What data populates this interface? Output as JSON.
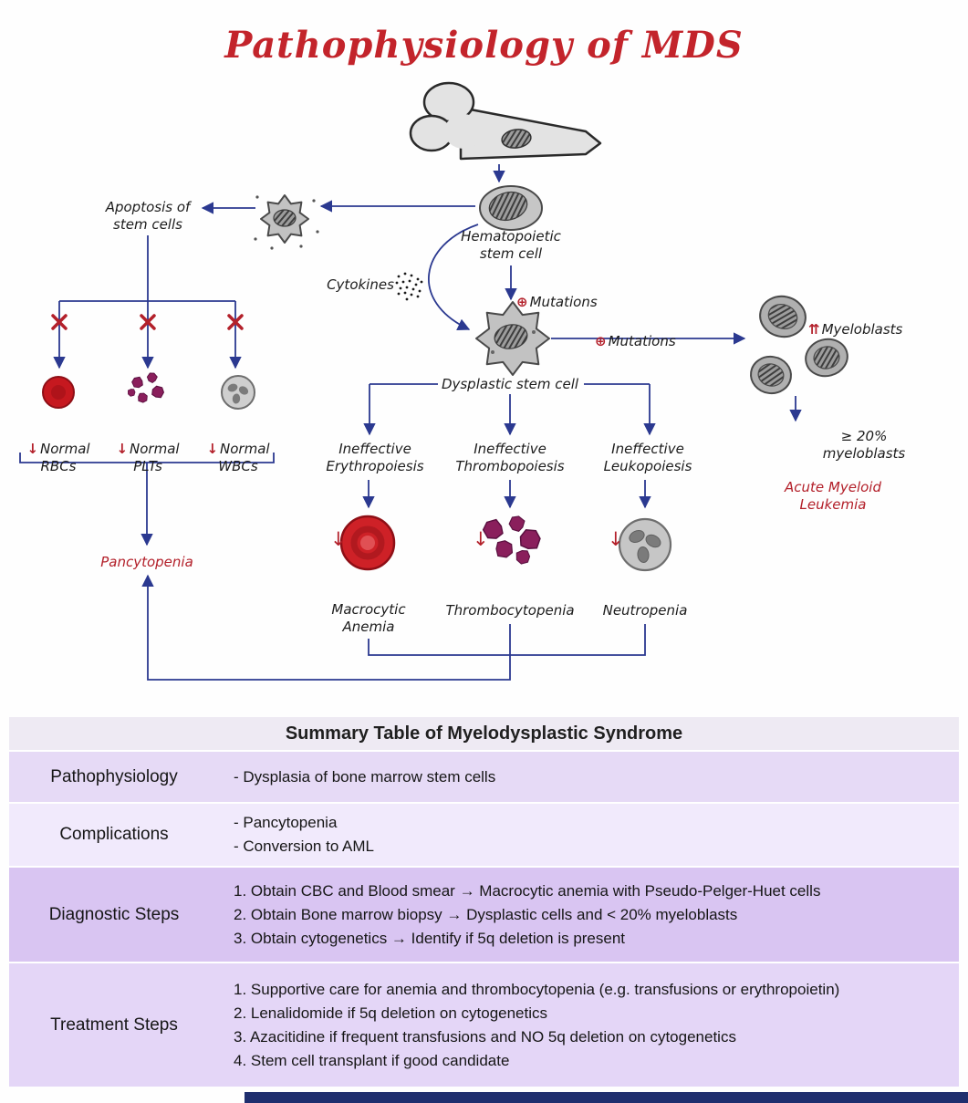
{
  "title": "Pathophysiology of MDS",
  "colors": {
    "accent_red": "#b3202a",
    "arrow_navy": "#2b3990",
    "text_dark": "#1c1c1c",
    "table_row_1": "#e6daf6",
    "table_row_2": "#f1eafc",
    "table_row_3": "#d9c5f2",
    "table_row_4": "#e4d6f7"
  },
  "icons": {
    "circled_plus": "⊕",
    "down_arrow": "↓",
    "double_up_arrow": "⇈",
    "blocked_x": "✗"
  },
  "diagram": {
    "apoptosis_label": "Apoptosis of\nstem cells",
    "hsc_label": "Hematopoietic\nstem cell",
    "cytokines_label": "Cytokines",
    "mutations_label": "Mutations",
    "dysplastic_label": "Dysplastic stem cell",
    "myeloblasts_label": "Myeloblasts",
    "myeloblasts_threshold": "≥ 20% myeloblasts",
    "aml_label": "Acute Myeloid Leukemia",
    "normal_rbcs": "Normal\nRBCs",
    "normal_plts": "Normal\nPLTs",
    "normal_wbcs": "Normal\nWBCs",
    "pancytopenia": "Pancytopenia",
    "ineffective_erythropoiesis": "Ineffective\nErythropoiesis",
    "ineffective_thrombopoiesis": "Ineffective\nThrombopoiesis",
    "ineffective_leukopoiesis": "Ineffective\nLeukopoiesis",
    "macrocytic_anemia": "Macrocytic\nAnemia",
    "thrombocytopenia_label": "Thrombocytopenia",
    "neutropenia_label": "Neutropenia"
  },
  "table": {
    "title": "Summary Table of Myelodysplastic Syndrome",
    "rows": [
      {
        "label": "Pathophysiology",
        "items": [
          "- Dysplasia of bone marrow stem cells"
        ]
      },
      {
        "label": "Complications",
        "items": [
          "- Pancytopenia",
          "- Conversion to AML"
        ]
      },
      {
        "label": "Diagnostic Steps",
        "items": [
          "1. Obtain CBC and Blood smear → Macrocytic anemia with Pseudo-Pelger-Huet cells",
          "2. Obtain Bone marrow biopsy → Dysplastic cells and < 20% myeloblasts",
          "3. Obtain cytogenetics → Identify if 5q deletion is present"
        ]
      },
      {
        "label": "Treatment Steps",
        "items": [
          "1. Supportive care for anemia and thrombocytopenia (e.g. transfusions or erythropoietin)",
          "2. Lenalidomide if 5q deletion on cytogenetics",
          "3. Azacitidine if frequent transfusions and NO 5q deletion on cytogenetics",
          "4. Stem cell transplant if good candidate"
        ]
      }
    ]
  }
}
